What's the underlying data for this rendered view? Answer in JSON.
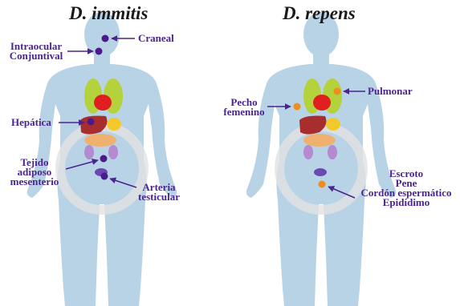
{
  "panels": {
    "left": {
      "title": "D. immitis",
      "labels": {
        "craneal": "Craneal",
        "intraocular": "Intraocular",
        "conjuntival": "Conjuntival",
        "hepatica": "Hepática",
        "tejido": "Tejido",
        "adiposo": "adiposo",
        "mesenterio": "mesenterio",
        "arteria": "Arteria",
        "testicular": "testicular"
      },
      "marker_color": "#4a1a8c"
    },
    "right": {
      "title": "D. repens",
      "labels": {
        "pecho": "Pecho",
        "femenino": "femenino",
        "pulmonar": "Pulmonar",
        "escroto": "Escroto",
        "pene": "Pene",
        "cordon": "Cordón espermático",
        "epididimo": "Epidídimo"
      },
      "marker_color": "#f28c1e"
    }
  },
  "colors": {
    "body": "#b9d3e6",
    "label_text": "#4a2490",
    "arrow": "#4a2490",
    "watermark": "#e2e2e2"
  }
}
